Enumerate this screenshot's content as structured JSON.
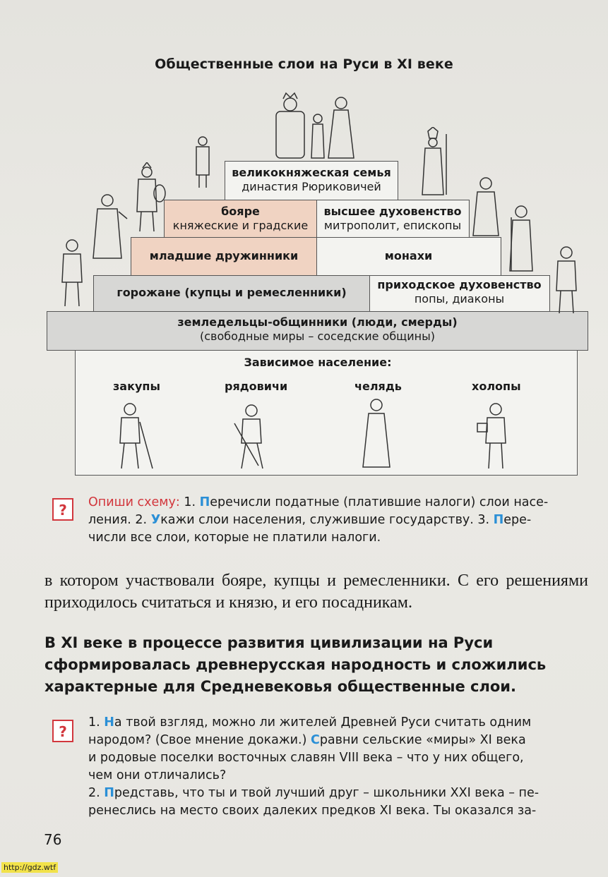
{
  "diagram": {
    "title": "Общественные слои на Руси в XI веке",
    "tier1": {
      "title": "великокняжеская семья",
      "subtitle": "династия Рюриковичей"
    },
    "tier2": {
      "left": {
        "title": "бояре",
        "subtitle": "княжеские и градские"
      },
      "right": {
        "title": "высшее духовенство",
        "subtitle": "митрополит, епископы"
      }
    },
    "tier3": {
      "left": {
        "title": "младшие дружинники"
      },
      "right": {
        "title": "монахи"
      }
    },
    "tier4": {
      "left": {
        "title": "горожане (купцы и ремесленники)"
      },
      "right": {
        "title": "приходское духовенство",
        "subtitle": "попы, диаконы"
      }
    },
    "tier5": {
      "title": "земледельцы-общинники (люди, смерды)",
      "subtitle": "(свободные миры – соседские общины)"
    },
    "dependent": {
      "title": "Зависимое население:",
      "groups": [
        "закупы",
        "рядовичи",
        "челядь",
        "холопы"
      ]
    }
  },
  "task1": {
    "icon": "?",
    "lead": "Опиши схему:",
    "parts": [
      {
        "text": " 1. "
      },
      {
        "cap": "П",
        "text": "еречисли податные (платившие налоги) слои насе-"
      },
      {
        "line": "ления. 2. "
      },
      {
        "cap": "У",
        "text": "кажи слои населения, служившие государству. 3. "
      },
      {
        "cap": "П",
        "text": "ере-"
      },
      {
        "line": "числи все слои, которые не платили налоги."
      }
    ],
    "line1_a": " 1. ",
    "line1_cap": "П",
    "line1_b": "еречисли податные (платившие налоги) слои насе-",
    "line2_a": "ления. 2. ",
    "line2_cap": "У",
    "line2_b": "кажи слои населения, служившие государству. 3. ",
    "line2_cap2": "П",
    "line2_c": "ере-",
    "line3": "числи все слои, которые не платили налоги."
  },
  "body_text": "в котором участвовали бояре, купцы и ремесленники. С его решениями приходилось считаться и князю, и его посадникам.",
  "bold_paragraph": "В XI веке в процессе развития цивилизации на Руси сформировалась древнерусская народность и сложились характерные для Средневековья общественные слои.",
  "task2": {
    "icon": "?",
    "q1_num": "1. ",
    "q1_cap": "Н",
    "q1_a": "а твой взгляд, можно ли жителей Древней Руси считать одним",
    "q1_l2a": "народом? (Свое мнение докажи.) ",
    "q1_cap2": "С",
    "q1_l2b": "равни сельские «миры» XI века",
    "q1_l3": "и родовые поселки восточных славян VIII века – что у них общего,",
    "q1_l4": "чем они отличались?",
    "q2_num": "2. ",
    "q2_cap": "П",
    "q2_a": "редставь, что ты и твой лучший друг – школьники XXI века – пе-",
    "q2_l2": "ренеслись на место своих далеких предков XI века. Ты оказался за-"
  },
  "page_number": "76",
  "watermark": "http://gdz.wtf"
}
